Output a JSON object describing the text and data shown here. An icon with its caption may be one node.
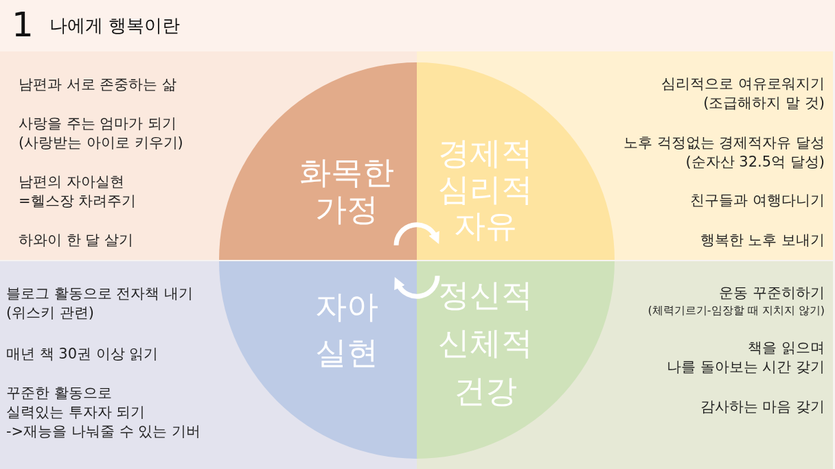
{
  "diagram": {
    "title": "나에게 행복이란",
    "nodes": [
      {
        "text": [
          "남편과 서로 존중하는 삶",
          "사랑을 주는 엄마가 되기 (사랑받는 아이로 키우기)",
          "남편의 자아실현 =헬스장 차려주기",
          "하와이 한 달 살기"
        ]
      },
      {
        "text": [
          "화목한 가정"
        ],
        "in": 0
      },
      {
        "text": [
          "심리적으로 여유로워지기 (조급해하지 말 것)",
          "노후 걱정없는 경제적자유 달성 (순자산 32.5억 달성)",
          "친구들과 여행다니기",
          "행복한 노후 보내기"
        ]
      },
      {
        "text": [
          "경제적 심리적 자유"
        ],
        "in": 2
      },
      {
        "text": [
          "블로그 활동으로 전자책 내기 (위스키 관련)",
          "매년 책 30권 이상 읽기",
          "꾸준한 활동으로 실력있는 투자자 되기 ->재능을 나눠줄 수 있는 기버"
        ]
      },
      {
        "text": [
          "자아 실현"
        ],
        "in": 4
      },
      {
        "text": [
          "운동 꾸준히하기",
          "(체력기르기-임장할 때 지치지 않기)",
          "책을 읽으며 나를 돌아보는 시간 갖기",
          "감사하는 마음 갖기"
        ]
      },
      {
        "text": [
          "정신적 신체적 건강"
        ],
        "in": 6
      }
    ],
    "edges": [
      {
        "from": 1,
        "to": 3,
        "arrow": "to"
      },
      {
        "from": 7,
        "to": 5,
        "arrow": "to"
      }
    ],
    "labels": [
      "1"
    ]
  }
}
